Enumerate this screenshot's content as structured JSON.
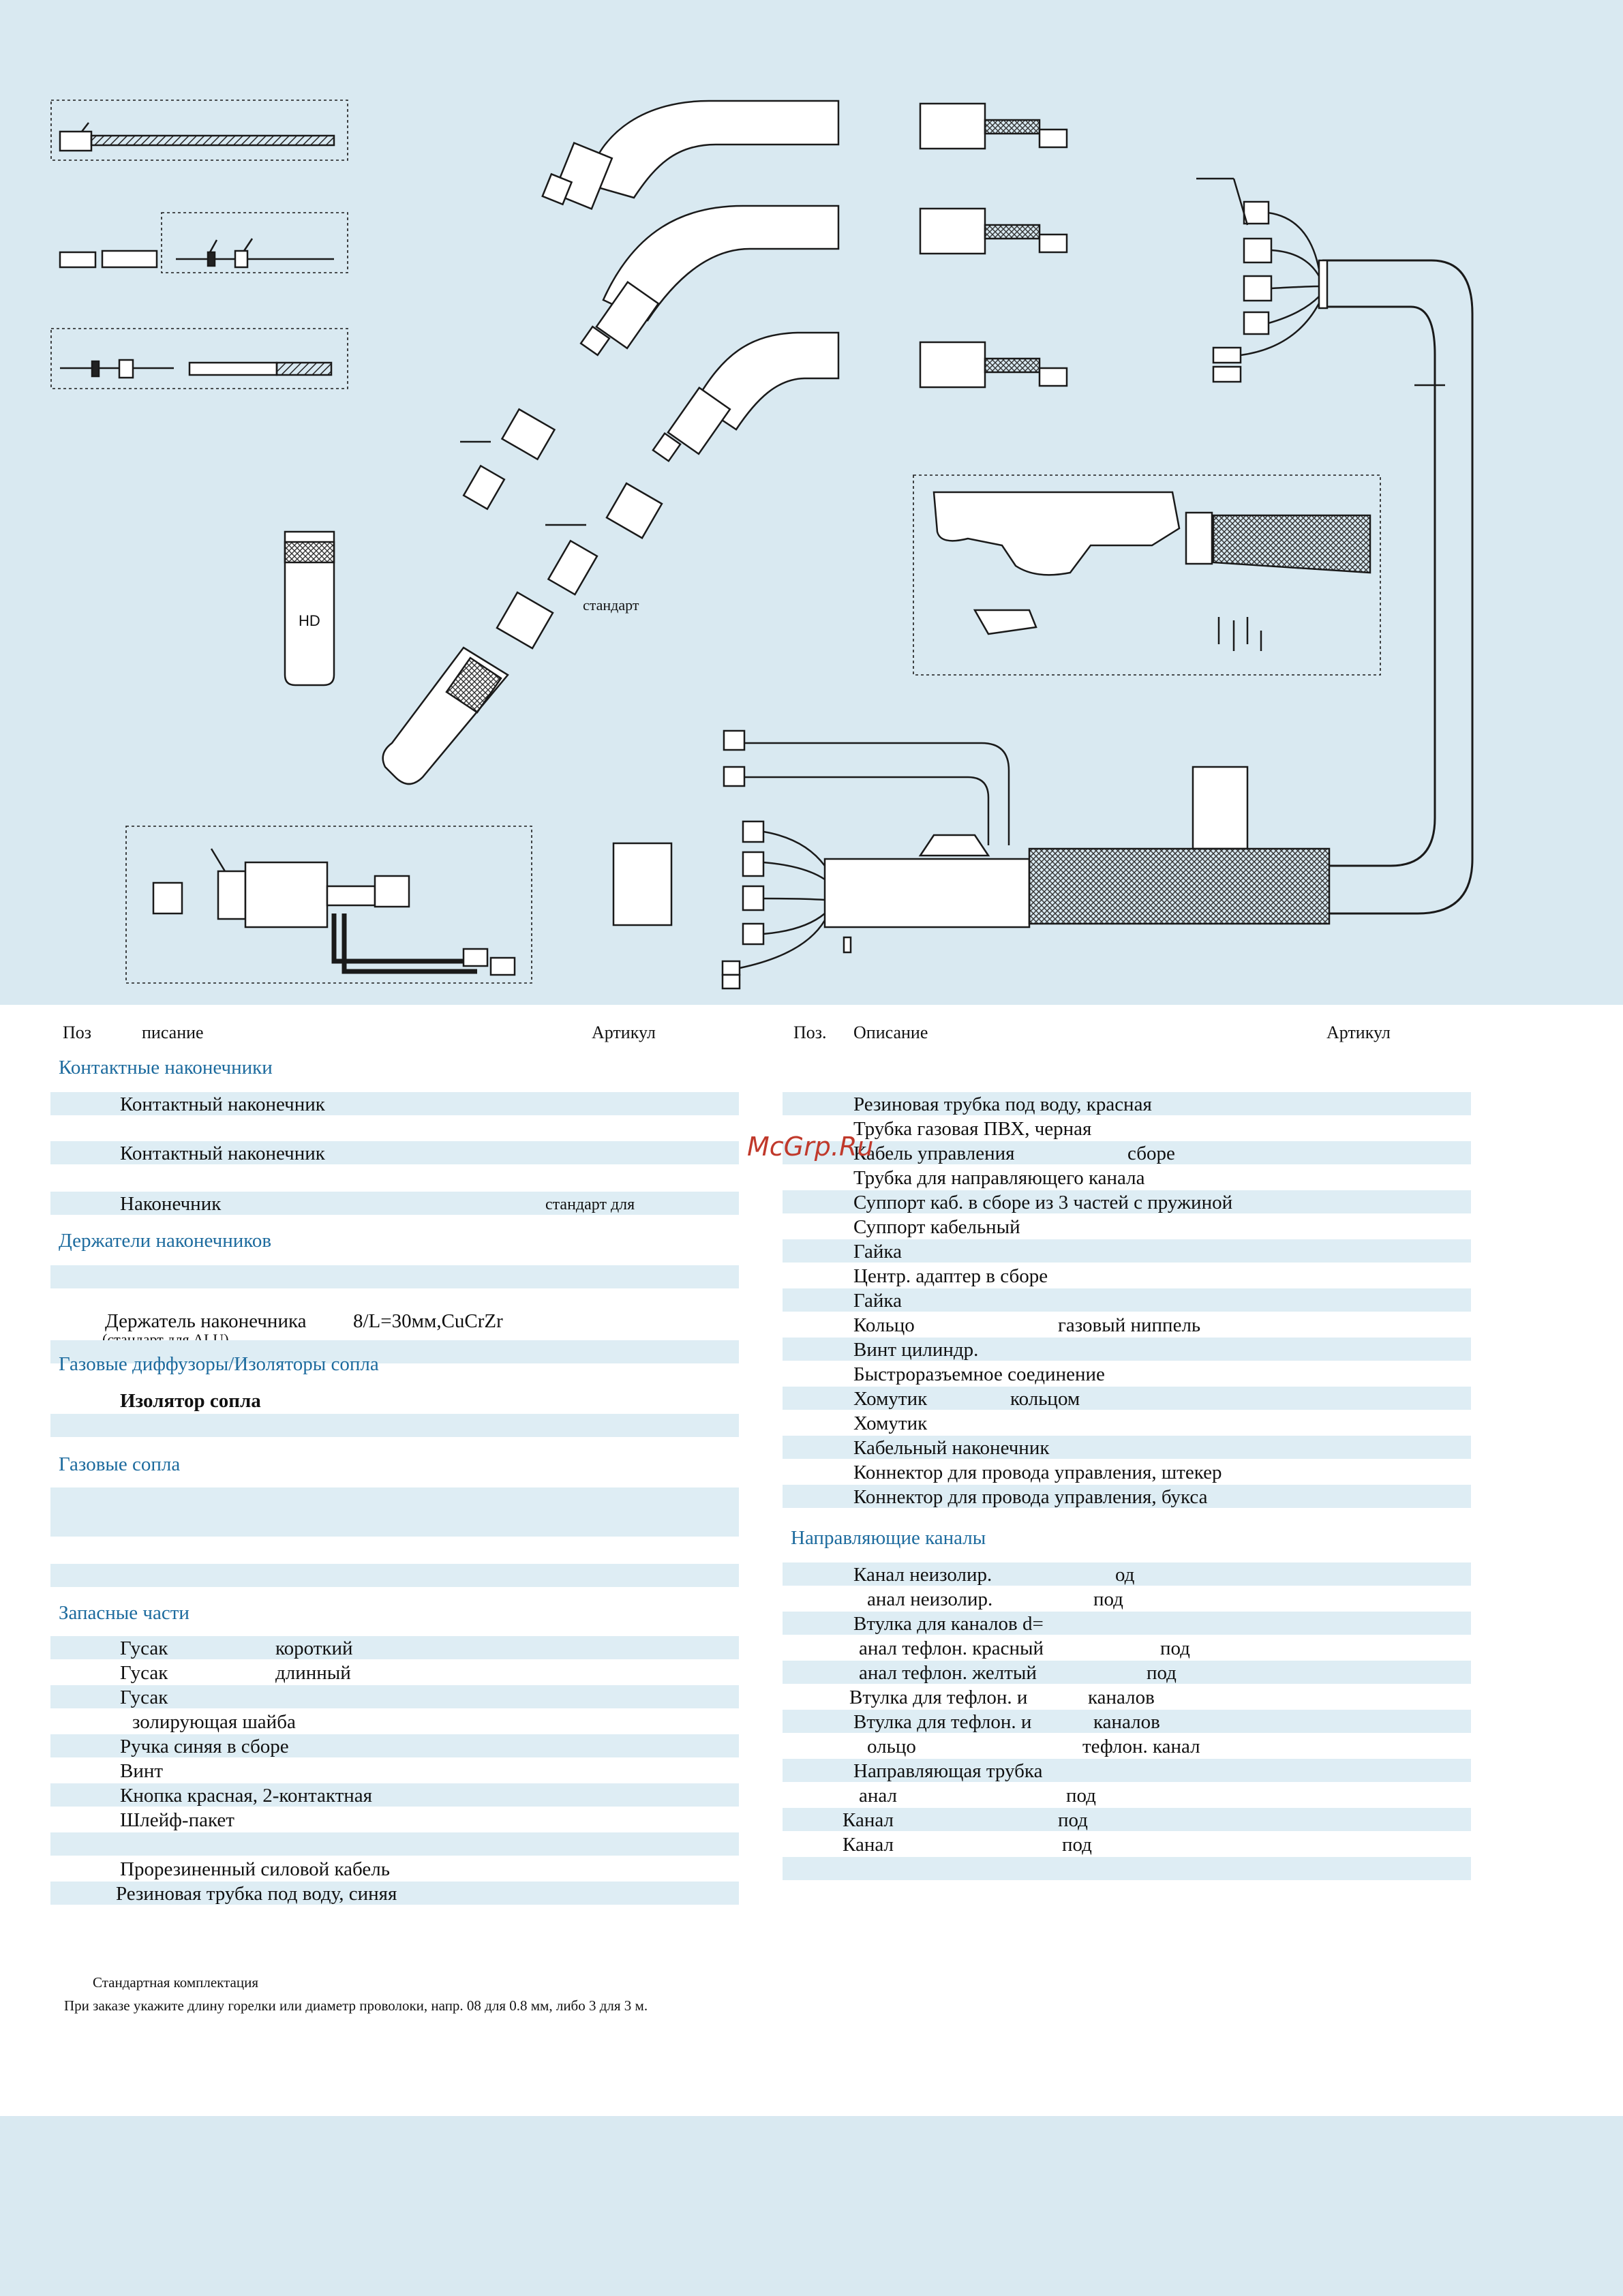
{
  "diagram": {
    "label_standard": "стандарт",
    "label_hd": "HD"
  },
  "watermark": "McGrp.Ru",
  "left_headers": {
    "pos": "Поз",
    "desc": "писание",
    "article": "Артикул"
  },
  "right_headers": {
    "pos": "Поз.",
    "desc": "Описание",
    "article": "Артикул"
  },
  "left_sections": {
    "contact_tips": "Контактные наконечники",
    "tip_holders": "Держатели наконечников",
    "diffusers": "Газовые диффузоры/Изоляторы сопла",
    "nozzles": "Газовые сопла",
    "spares": "Запасные части"
  },
  "left_rows": {
    "r1": "Контактный наконечник",
    "r2": "Контактный наконечник",
    "r3": "Наконечник",
    "r3_extra": "стандарт для",
    "r4": "Держатель наконечника",
    "r4_spec": "8/L=30мм,CuCrZr",
    "r4_sub": "(стандарт для ALU)",
    "r5": "Изолятор сопла",
    "sp1": "Гусак",
    "sp1_extra": "короткий",
    "sp2": "Гусак",
    "sp2_extra": "длинный",
    "sp3": "Гусак",
    "sp4": "золирующая шайба",
    "sp5": "Ручка синяя в сборе",
    "sp6": "Винт",
    "sp7": "Кнопка красная, 2-контактная",
    "sp8": "Шлейф-пакет",
    "sp9": "Прорезиненный силовой кабель",
    "sp10": "Резиновая трубка под воду, синяя"
  },
  "right_sections": {
    "liners": "Направляющие каналы"
  },
  "right_rows": {
    "a1": "Резиновая трубка под воду, красная",
    "a2": "Трубка газовая ПВХ, черная",
    "a3": "Кабель управления",
    "a3_extra": "сборе",
    "a4": "Трубка для направляющего канала",
    "a5": "Суппорт каб. в сборе из 3 частей с пружиной",
    "a6": "Суппорт кабельный",
    "a7": "Гайка",
    "a8": "Центр. адаптер в сборе",
    "a9": "Гайка",
    "a10": "Кольцо",
    "a10_extra": "газовый ниппель",
    "a11": "Винт цилиндр.",
    "a12": "Быстроразъемное соединение",
    "a13": "Хомутик",
    "a13_extra": "кольцом",
    "a14": "Хомутик",
    "a15": "Кабельный наконечник",
    "a16": "Коннектор для провода управления, штекер",
    "a17": "Коннектор для провода управления, букса",
    "l1": "Канал неизолир.",
    "l1_extra": "од",
    "l2": "анал неизолир.",
    "l2_extra": "под",
    "l3": "Втулка для каналов d=",
    "l4": "анал тефлон. красный",
    "l4_extra": "под",
    "l5": "анал тефлон. желтый",
    "l5_extra": "под",
    "l6": "Втулка для тефлон. и",
    "l6_extra": "каналов",
    "l7": "Втулка для тефлон. и",
    "l7_extra": "каналов",
    "l8": "ольцо",
    "l8_extra": "тефлон. канал",
    "l9": "Направляющая трубка",
    "l10": "анал",
    "l10_extra": "под",
    "l11": "Канал",
    "l11_extra": "под",
    "l12": "Канал",
    "l12_extra": "под"
  },
  "footer": {
    "standard": "Стандартная комплектация",
    "order_note": "При заказе укажите длину горелки или диаметр проволоки, напр. 08 для 0.8 мм, либо 3 для 3 м."
  }
}
